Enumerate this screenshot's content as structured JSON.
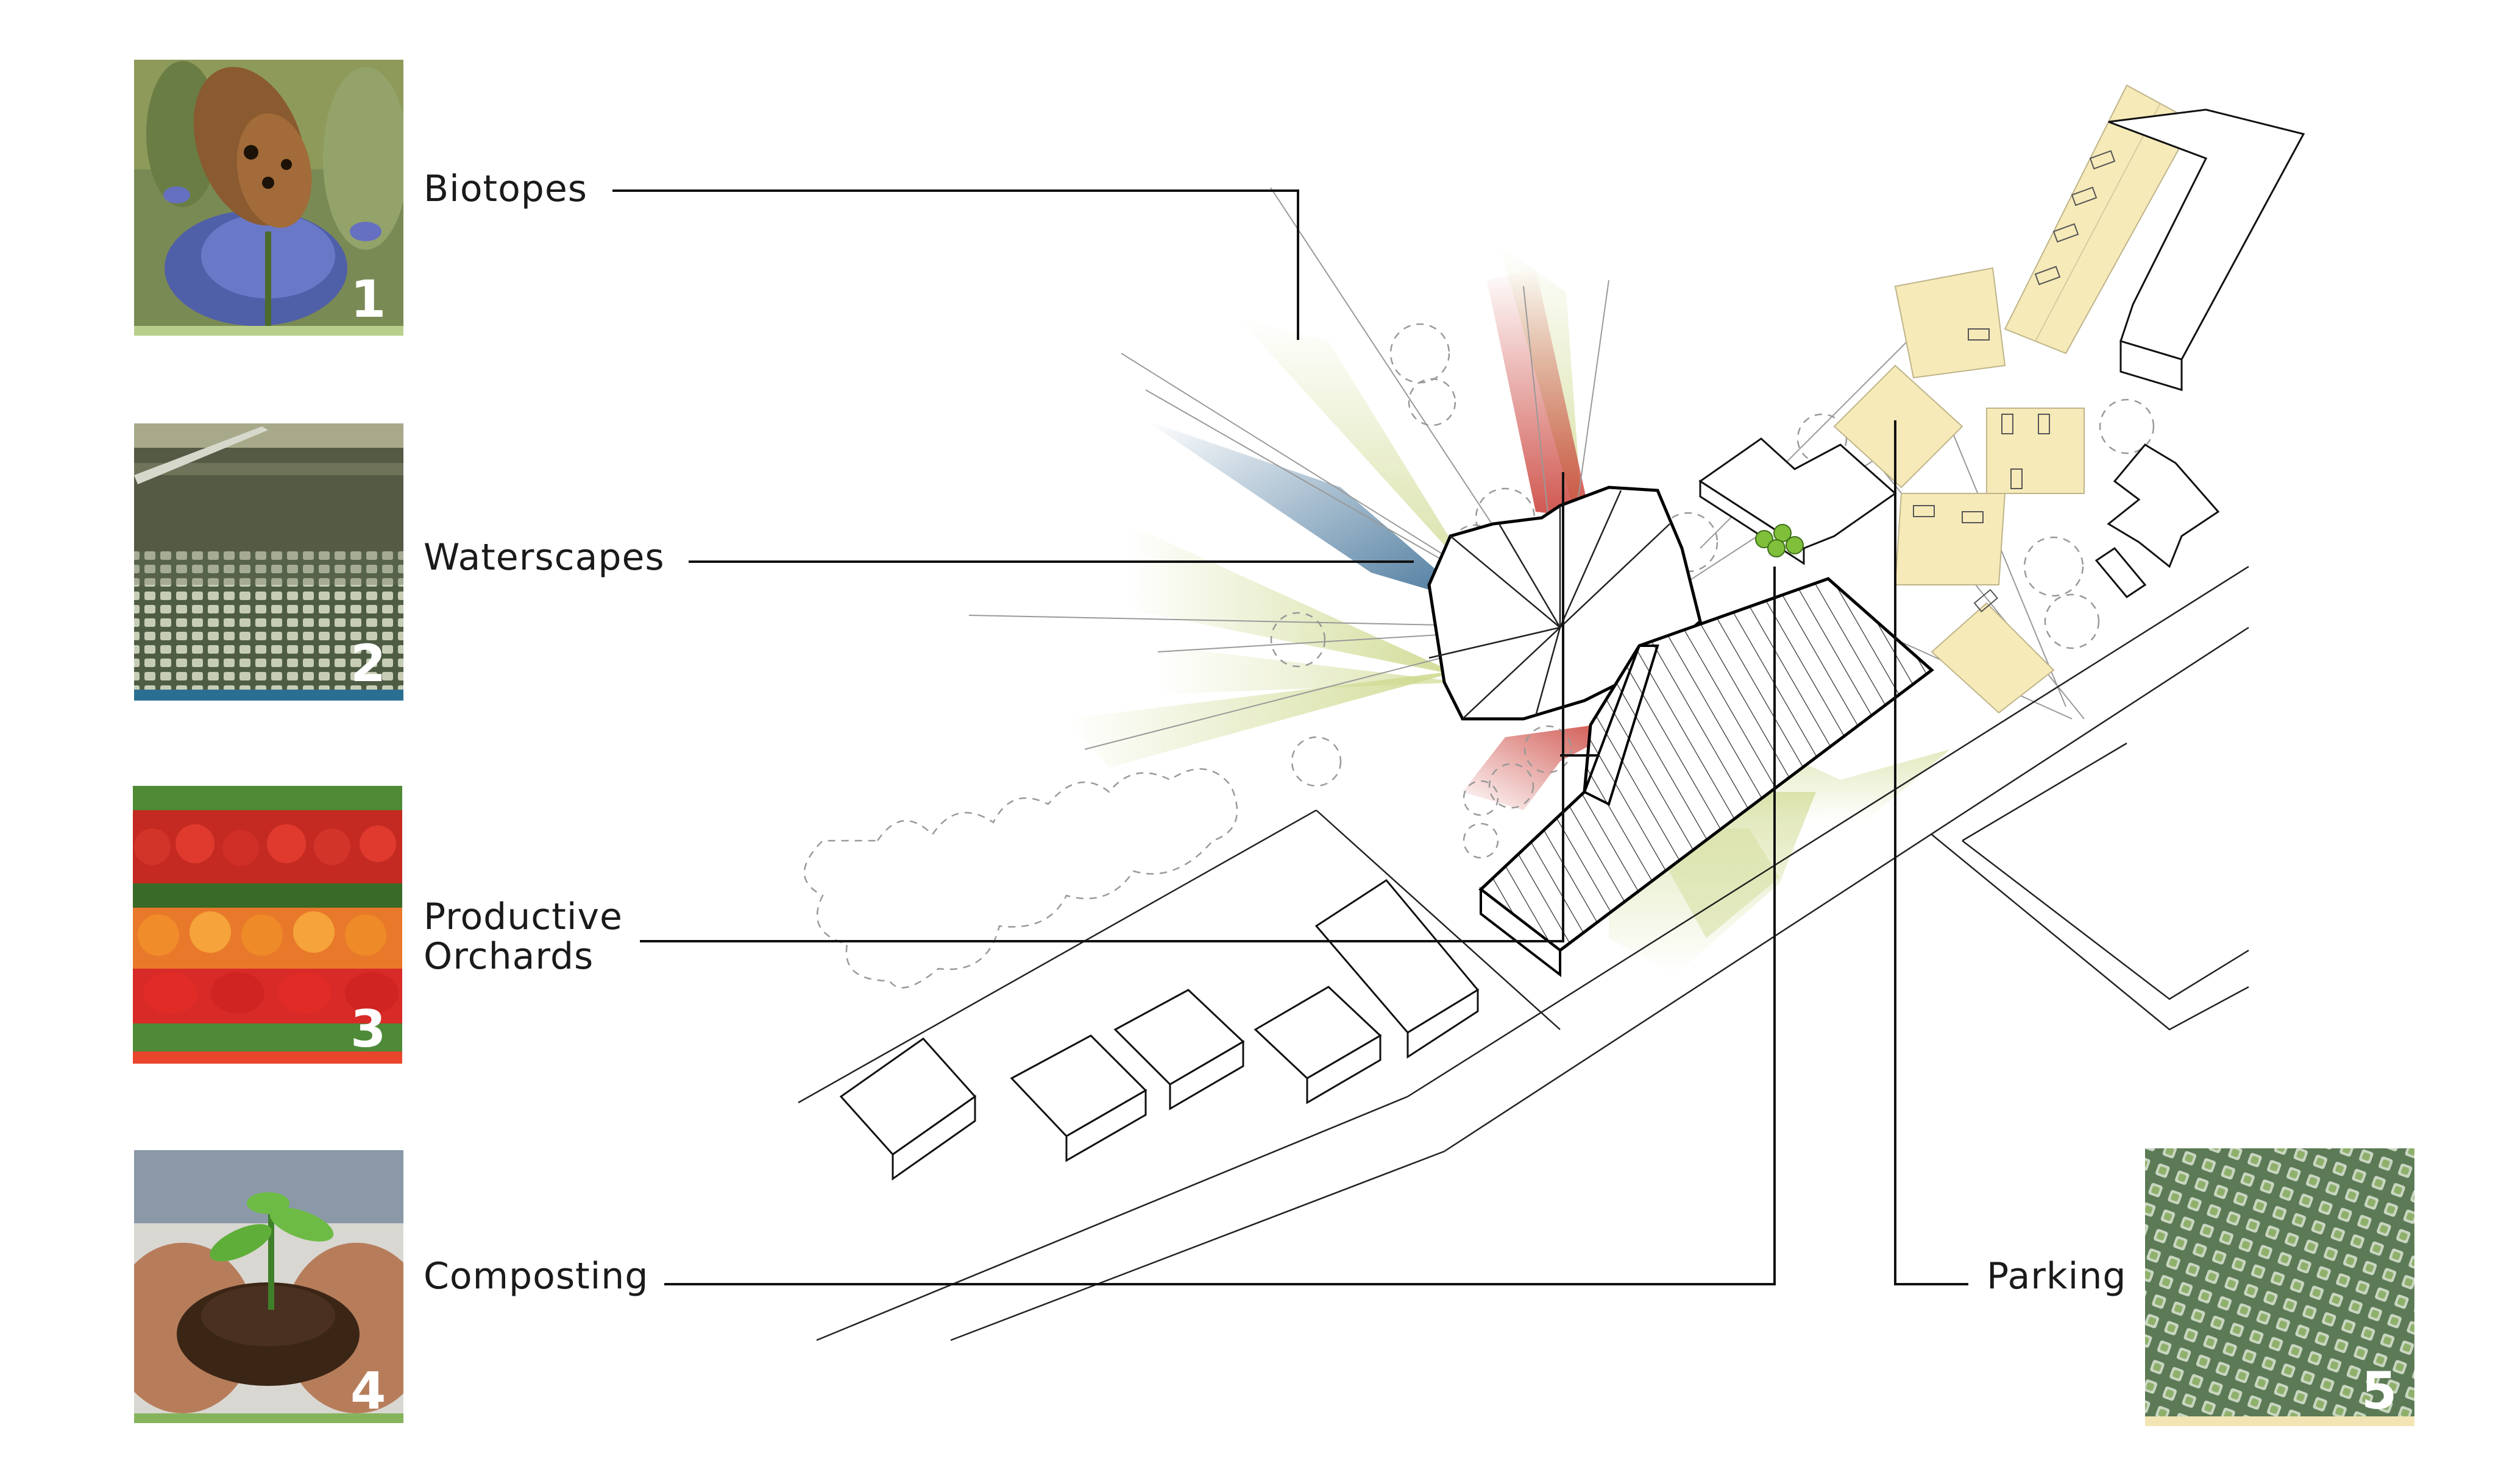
{
  "legend": {
    "items": [
      {
        "label": "Biotopes",
        "number": "1",
        "bar_color": "#b8cf8c"
      },
      {
        "label": "Waterscapes",
        "number": "2",
        "bar_color": "#2a6f93"
      },
      {
        "label": "Productive",
        "label_line2": "Orchards",
        "number": "3",
        "bar_color": "#e8452c"
      },
      {
        "label": "Composting",
        "number": "4",
        "bar_color": "#86b35c"
      },
      {
        "label": "Parking",
        "number": "5",
        "bar_color": "#f3e4b3"
      }
    ]
  },
  "colors": {
    "biotope_green": "#cfd98f",
    "water_blue": "#3d6f96",
    "orchard_red": "#c8372f",
    "parking_yellow": "#f6eab9",
    "compost_green": "#7fbf3a"
  }
}
